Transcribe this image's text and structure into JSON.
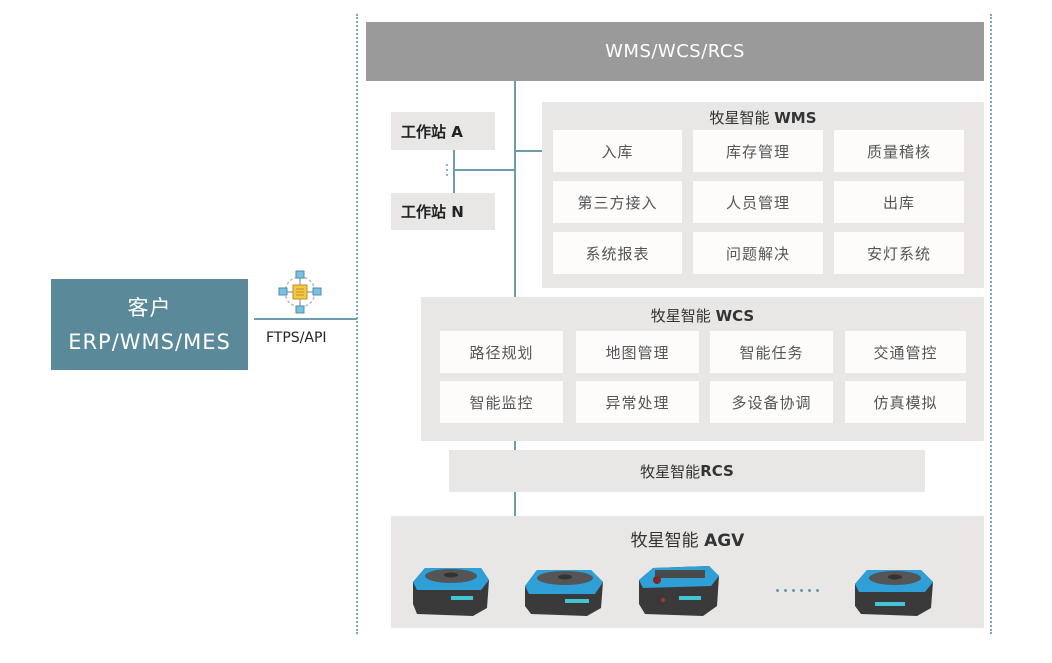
{
  "header": {
    "title": "WMS/WCS/RCS"
  },
  "customer": {
    "line1": "客户",
    "line2": "ERP/WMS/MES"
  },
  "protocol": {
    "label": "FTPS/API",
    "icon": "network-hub-icon"
  },
  "stations": [
    {
      "label": "工作站 A"
    },
    {
      "label": "工作站 N"
    }
  ],
  "wms": {
    "title_prefix": "牧星智能 ",
    "title_bold": "WMS",
    "cells": [
      "入库",
      "库存管理",
      "质量稽核",
      "第三方接入",
      "人员管理",
      "出库",
      "系统报表",
      "问题解决",
      "安灯系统"
    ]
  },
  "wcs": {
    "title_prefix": "牧星智能 ",
    "title_bold": "WCS",
    "cells": [
      "路径规划",
      "地图管理",
      "智能任务",
      "交通管控",
      "智能监控",
      "异常处理",
      "多设备协调",
      "仿真模拟"
    ]
  },
  "rcs": {
    "title_prefix": "牧星智能 ",
    "title_bold": "RCS"
  },
  "agv": {
    "title_prefix": "牧星智能 ",
    "title_bold": "AGV",
    "robots": [
      "agv-robot-1",
      "agv-robot-2",
      "agv-robot-3",
      "agv-robot-4"
    ],
    "ellipsis": "......"
  },
  "colors": {
    "customer": "#5a8a9a",
    "header": "#999a99",
    "panel": "#e8e7e6",
    "cell": "#fdfcfb",
    "connector": "#6e9caf",
    "robot_blue": "#2f9fd8",
    "robot_dark": "#3a3a3a"
  }
}
